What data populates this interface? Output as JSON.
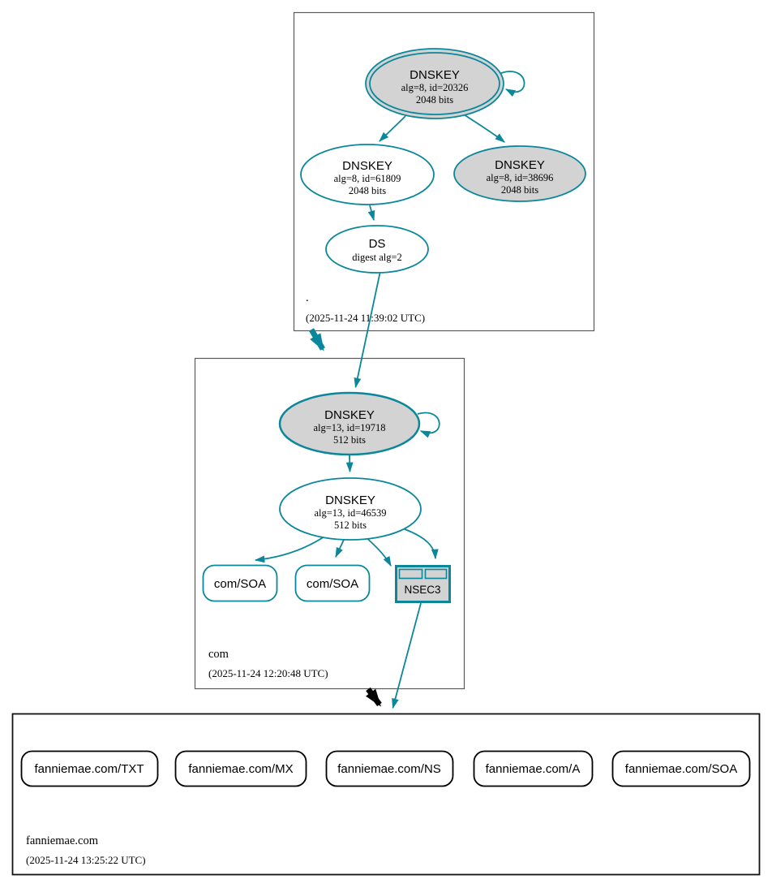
{
  "colors": {
    "secure_teal": "#0a879a",
    "node_fill_gray": "#d3d3d3",
    "node_fill_white": "#ffffff",
    "edge_black": "#000000"
  },
  "zones": {
    "root": {
      "label": ".",
      "timestamp": "(2025-11-24 11:39:02 UTC)"
    },
    "com": {
      "label": "com",
      "timestamp": "(2025-11-24 12:20:48 UTC)"
    },
    "fanniemae": {
      "label": "fanniemae.com",
      "timestamp": "(2025-11-24 13:25:22 UTC)"
    }
  },
  "nodes": {
    "root_ksk": {
      "type": "DNSKEY",
      "detail": "alg=8, id=20326",
      "bits": "2048 bits"
    },
    "root_zsk": {
      "type": "DNSKEY",
      "detail": "alg=8, id=61809",
      "bits": "2048 bits"
    },
    "root_key_38696": {
      "type": "DNSKEY",
      "detail": "alg=8, id=38696",
      "bits": "2048 bits"
    },
    "root_ds": {
      "type": "DS",
      "detail": "digest alg=2"
    },
    "com_ksk": {
      "type": "DNSKEY",
      "detail": "alg=13, id=19718",
      "bits": "512 bits"
    },
    "com_zsk": {
      "type": "DNSKEY",
      "detail": "alg=13, id=46539",
      "bits": "512 bits"
    },
    "com_soa_1": {
      "label": "com/SOA"
    },
    "com_soa_2": {
      "label": "com/SOA"
    },
    "com_nsec3": {
      "label": "NSEC3"
    },
    "rrsets": [
      {
        "label": "fanniemae.com/TXT"
      },
      {
        "label": "fanniemae.com/MX"
      },
      {
        "label": "fanniemae.com/NS"
      },
      {
        "label": "fanniemae.com/A"
      },
      {
        "label": "fanniemae.com/SOA"
      }
    ]
  }
}
